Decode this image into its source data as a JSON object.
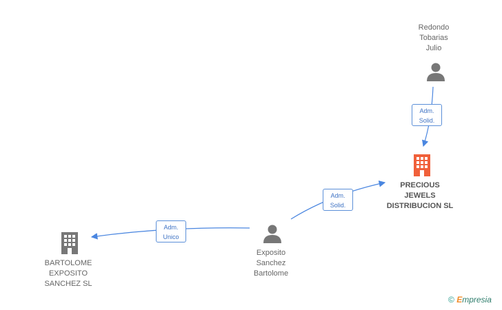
{
  "nodes": {
    "redondo": {
      "label": "Redondo\nTobarias\nJulio",
      "kind": "person"
    },
    "precious": {
      "label": "PRECIOUS\nJEWELS\nDISTRIBUCION SL",
      "kind": "company-main"
    },
    "exposito": {
      "label": "Exposito\nSanchez\nBartolome",
      "kind": "person"
    },
    "bartolome_sl": {
      "label": "BARTOLOME\nEXPOSITO\nSANCHEZ SL",
      "kind": "company"
    }
  },
  "edges": [
    {
      "from": "redondo",
      "to": "precious",
      "label": "Adm.\nSolid."
    },
    {
      "from": "exposito",
      "to": "precious",
      "label": "Adm.\nSolid."
    },
    {
      "from": "exposito",
      "to": "bartolome_sl",
      "label": "Adm.\nUnico"
    }
  ],
  "footer": {
    "copyright": "©",
    "brand_e": "E",
    "brand_rest": "mpresia"
  },
  "colors": {
    "edge": "#4a86e0",
    "person_icon": "#777777",
    "company_icon": "#777777",
    "main_company_icon": "#f0603a",
    "badge_border": "#5b8fd8"
  }
}
